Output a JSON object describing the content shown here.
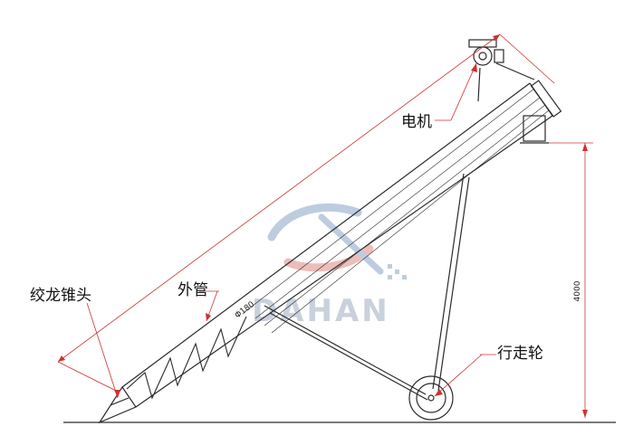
{
  "labels": {
    "motor": "电机",
    "screw_head": "绞龙锥头",
    "outer_tube": "外管",
    "walking_wheel": "行走轮"
  },
  "dimensions": {
    "height": "4000",
    "pipe_diameter": "Φ180"
  },
  "watermark": {
    "text": "DAHAN"
  },
  "colors": {
    "line": "#2a2a2a",
    "dimension": "#d03030",
    "watermark_blue": "#a9bcd6",
    "watermark_red": "#e8a7a3"
  }
}
